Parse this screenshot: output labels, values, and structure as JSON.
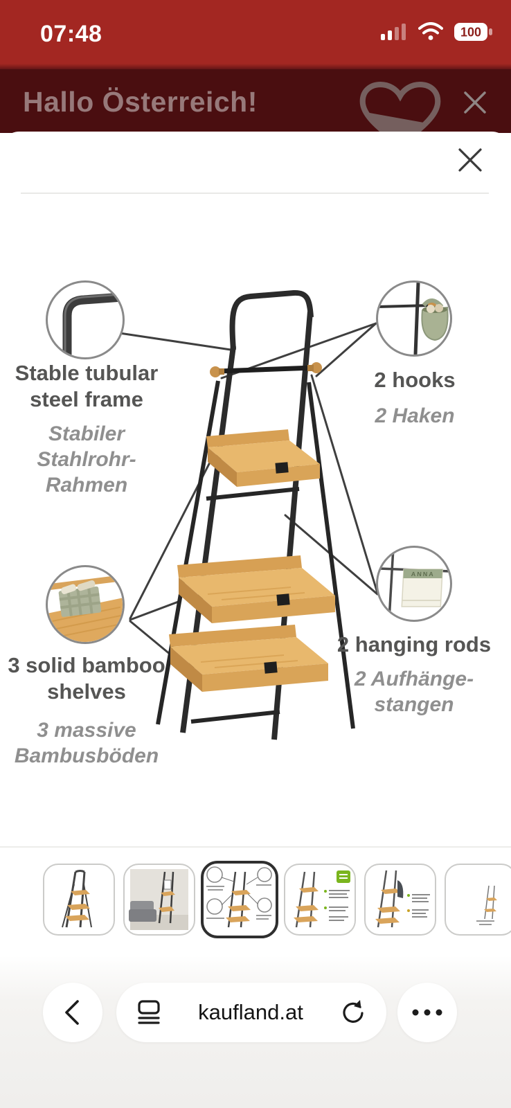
{
  "status_bar": {
    "time": "07:48",
    "battery_percent": "100"
  },
  "banner": {
    "title": "Hallo Österreich!"
  },
  "sheet": {
    "callouts": {
      "steel_frame": {
        "label": "Stable tubular\nsteel frame",
        "sublabel": "Stabiler\nStahlrohr-\nRahmen"
      },
      "hooks": {
        "label": "2 hooks",
        "sublabel": "2 Haken"
      },
      "shelves": {
        "label": "3 solid bamboo\nshelves",
        "sublabel": "3 massive\nBambusböden"
      },
      "rods": {
        "label": "2 hanging rods",
        "sublabel": "2 Aufhänge-\nstangen"
      }
    },
    "towel_label": "ANNA"
  },
  "gallery": {
    "count": 6,
    "selected_index": 3
  },
  "browser_bar": {
    "url": "kaufland.at"
  },
  "colors": {
    "status_red": "#A32722",
    "banner_bg": "#4A0E10",
    "wood": "#DEA85F",
    "frame_black": "#2E2E2E"
  }
}
